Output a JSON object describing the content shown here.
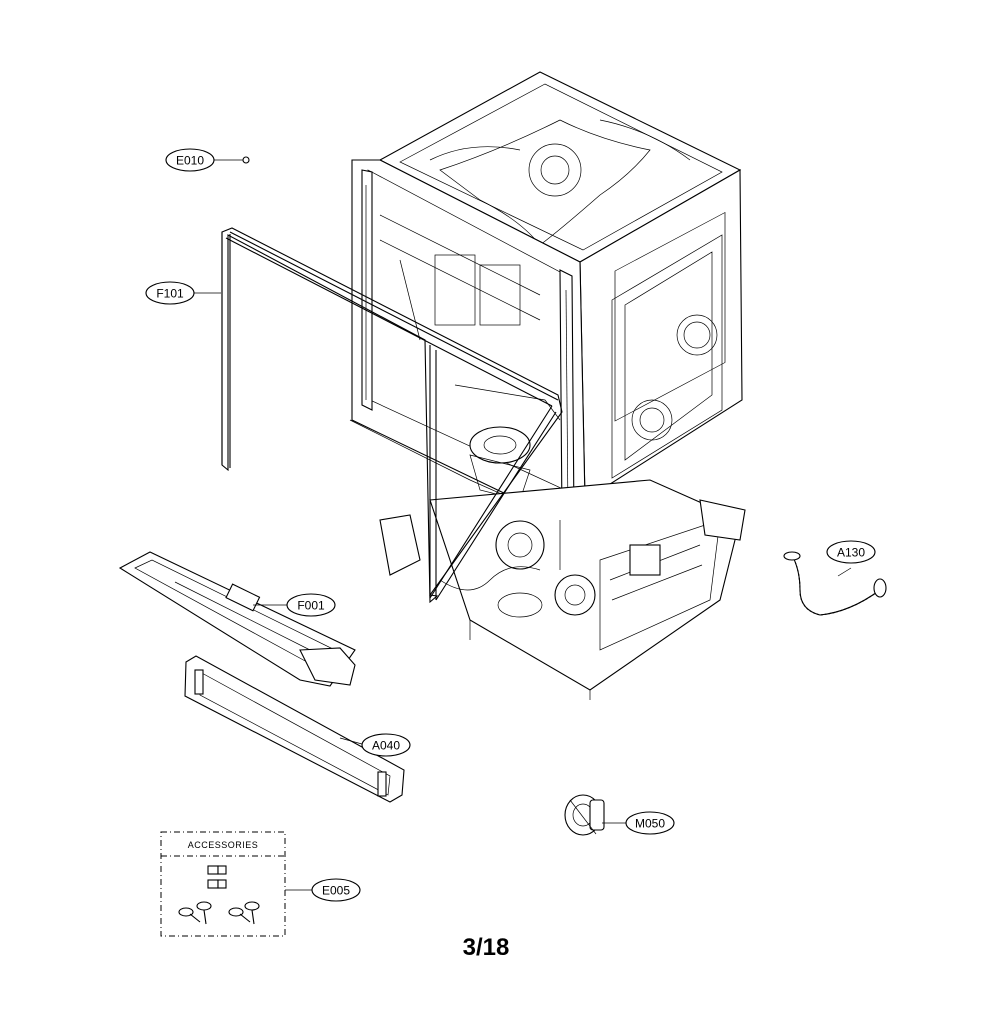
{
  "diagram": {
    "callouts": {
      "e010": "E010",
      "f101": "F101",
      "f001": "F001",
      "a040": "A040",
      "a130": "A130",
      "m050": "M050",
      "e005": "E005"
    },
    "accessories_title": "ACCESSORIES",
    "page_number": "3/18"
  }
}
